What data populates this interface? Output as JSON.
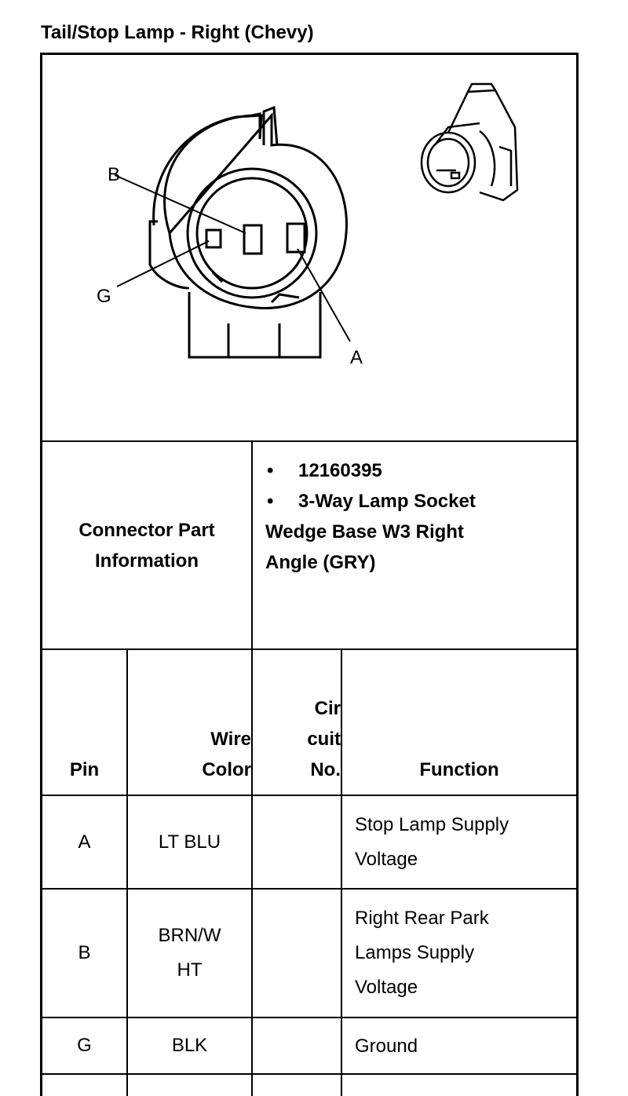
{
  "title": "Tail/Stop Lamp - Right (Chevy)",
  "diagram": {
    "pin_labels": [
      "B",
      "G",
      "A"
    ]
  },
  "connector_info": {
    "label": "Connector Part\nInformation",
    "label_line1": "Connector Part",
    "label_line2": "Information",
    "bullet": "•",
    "part_number": "12160395",
    "description_line1": "3-Way Lamp Socket",
    "description_line2": "Wedge Base W3 Right",
    "description_line3": "Angle (GRY)"
  },
  "table": {
    "headers": {
      "pin": "Pin",
      "wire_color_line1": "Wire",
      "wire_color_line2": "Color",
      "circuit_line1": "Cir",
      "circuit_line2": "cuit",
      "circuit_line3": "No.",
      "function": "Function"
    },
    "rows": [
      {
        "pin": "A",
        "wire_color": [
          "LT BLU"
        ],
        "circuit": "",
        "function": [
          "Stop Lamp Supply",
          "Voltage"
        ]
      },
      {
        "pin": "B",
        "wire_color": [
          "BRN/W",
          "HT"
        ],
        "circuit": "",
        "function": [
          "Right Rear Park",
          "Lamps Supply",
          "Voltage"
        ]
      },
      {
        "pin": "G",
        "wire_color": [
          "BLK"
        ],
        "circuit": "",
        "function": [
          "Ground"
        ]
      }
    ]
  }
}
